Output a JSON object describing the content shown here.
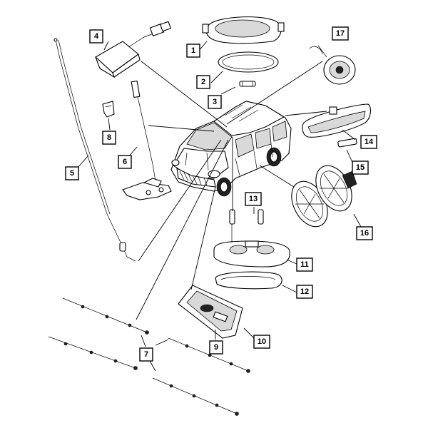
{
  "callouts": [
    {
      "id": "1",
      "label": "1"
    },
    {
      "id": "2",
      "label": "2"
    },
    {
      "id": "3",
      "label": "3"
    },
    {
      "id": "4",
      "label": "4"
    },
    {
      "id": "5",
      "label": "5"
    },
    {
      "id": "6",
      "label": "6"
    },
    {
      "id": "7",
      "label": "7"
    },
    {
      "id": "8",
      "label": "8"
    },
    {
      "id": "9",
      "label": "9"
    },
    {
      "id": "10",
      "label": "10"
    },
    {
      "id": "11",
      "label": "11"
    },
    {
      "id": "12",
      "label": "12"
    },
    {
      "id": "13",
      "label": "13"
    },
    {
      "id": "14",
      "label": "14"
    },
    {
      "id": "15",
      "label": "15"
    },
    {
      "id": "16",
      "label": "16"
    },
    {
      "id": "17",
      "label": "17"
    }
  ],
  "colors": {
    "ink": "#000000",
    "paper": "#ffffff",
    "shade": "#d9d9d9"
  }
}
